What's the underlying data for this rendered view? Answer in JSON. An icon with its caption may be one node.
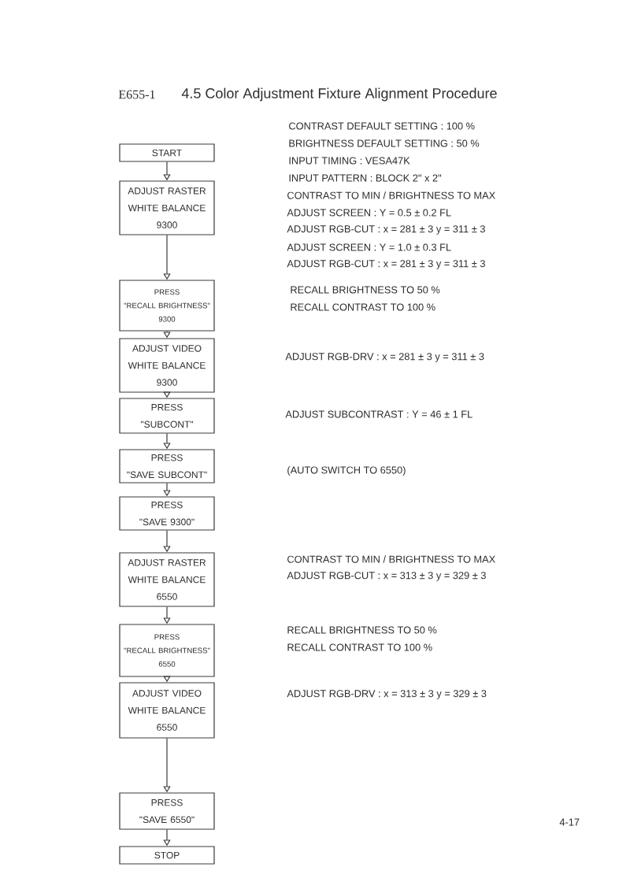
{
  "diagram": {
    "title": "4.5 Color Adjustment Fixture Alignment Procedure",
    "nodes": [
      {
        "text": [
          "START"
        ]
      },
      {
        "text": [
          "ADJUST RASTER WHITE BALANCE",
          "9300"
        ]
      },
      {
        "text": [
          "PRESS",
          "\"RECALL BRIGHTNESS\"",
          "9300"
        ]
      },
      {
        "text": [
          "ADJUST VIDEO WHITE BALANCE",
          "9300"
        ]
      },
      {
        "text": [
          "PRESS",
          "\"SUBCONT\""
        ]
      },
      {
        "text": [
          "PRESS",
          "\"SAVE SUBCONT\""
        ]
      },
      {
        "text": [
          "PRESS",
          "\"SAVE 9300\""
        ]
      },
      {
        "text": [
          "ADJUST RASTER WHITE BALANCE",
          "6550"
        ]
      },
      {
        "text": [
          "PRESS",
          "\"RECALL BRIGHTNESS\"",
          "6550"
        ]
      },
      {
        "text": [
          "ADJUST VIDEO WHITE BALANCE",
          "6550"
        ]
      },
      {
        "text": [
          "PRESS",
          "\"SAVE 6550\""
        ]
      },
      {
        "text": [
          "STOP"
        ]
      }
    ],
    "edges": [
      {
        "from": 0,
        "to": 1,
        "arrow": "to"
      },
      {
        "from": 1,
        "to": 2,
        "arrow": "to"
      },
      {
        "from": 2,
        "to": 3,
        "arrow": "to"
      },
      {
        "from": 3,
        "to": 4,
        "arrow": "to"
      },
      {
        "from": 4,
        "to": 5,
        "arrow": "to"
      },
      {
        "from": 5,
        "to": 6,
        "arrow": "to"
      },
      {
        "from": 6,
        "to": 7,
        "arrow": "to"
      },
      {
        "from": 7,
        "to": 8,
        "arrow": "to"
      },
      {
        "from": 8,
        "to": 9,
        "arrow": "to"
      },
      {
        "from": 9,
        "to": 10,
        "arrow": "to"
      },
      {
        "from": 10,
        "to": 11,
        "arrow": "to"
      }
    ],
    "labels": [
      "E655-1",
      "CONTRAST DEFAULT SETTING : 100 %",
      "BRIGHTNESS DEFAULT SETTING : 50 %",
      "INPUT TIMING : VESA47K",
      "INPUT PATTERN : BLOCK 2\" x 2\"",
      "CONTRAST TO MIN / BRIGHTNESS TO MAX",
      "ADJUST SCREEN : Y = 0.5 ± 0.2 FL",
      "ADJUST RGB-CUT : x = 281 ± 3 y = 311 ± 3",
      "ADJUST SCREEN : Y = 1.0 ± 0.3 FL",
      "ADJUST RGB-CUT : x = 281 ± 3 y = 311 ± 3",
      "RECALL BRIGHTNESS TO 50 %",
      "RECALL CONTRAST TO 100 %",
      "ADJUST RGB-DRV : x = 281 ± 3 y = 311 ± 3",
      "ADJUST SUBCONTRAST : Y = 46 ± 1 FL",
      "(AUTO SWITCH TO 6550)",
      "CONTRAST TO MIN / BRIGHTNESS TO MAX",
      "ADJUST RGB-CUT : x = 313 ± 3 y = 329 ± 3",
      "RECALL BRIGHTNESS TO 50 %",
      "RECALL CONTRAST TO 100 %",
      "ADJUST RGB-DRV : x = 313 ± 3 y = 329 ± 3",
      "4-17"
    ]
  }
}
